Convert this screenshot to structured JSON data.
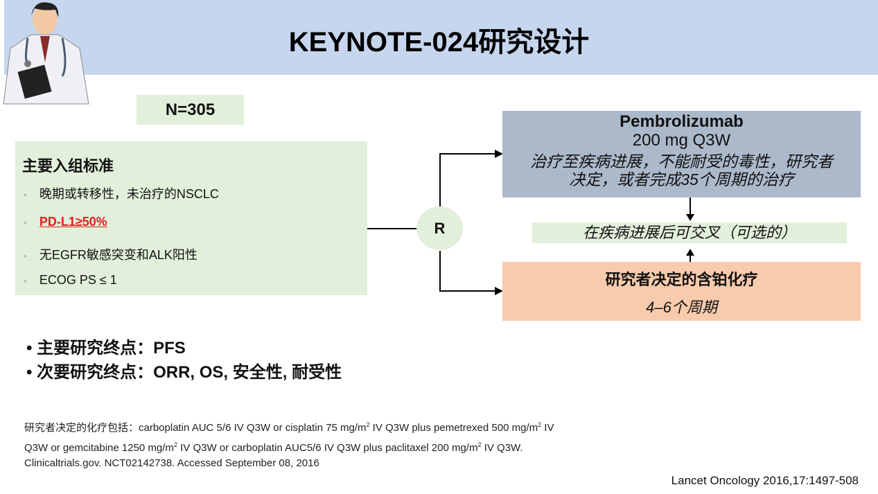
{
  "title": "KEYNOTE-024研究设计",
  "n": "N=305",
  "criteria": {
    "heading": "主要入组标准",
    "items": [
      "晚期或转移性，未治疗的NSCLC",
      "PD-L1≥50%",
      "无EGFR敏感突变和ALK阳性",
      "ECOG PS ≤ 1"
    ]
  },
  "randomize": "R",
  "arm1": {
    "drug": "Pembrolizumab",
    "dose": "200 mg Q3W",
    "note1": "治疗至疾病进展，不能耐受的毒性，研究者",
    "note2": "决定，或者完成35个周期的治疗"
  },
  "crossover": "在疾病进展后可交叉（可选的）",
  "arm2": {
    "drug": "研究者决定的含铂化疗",
    "cycles": "4–6个周期"
  },
  "endpoints": {
    "primary": "主要研究终点：PFS",
    "secondary": "次要研究终点：ORR, OS, 安全性, 耐受性"
  },
  "footnote": {
    "l1a": "研究者决定的化疗包括：carboplatin AUC 5/6 IV Q3W or cisplatin 75 mg/m",
    "l1b": " IV Q3W plus pemetrexed 500 mg/m",
    "l1c": " IV",
    "l2a": "Q3W or gemcitabine 1250 mg/m",
    "l2b": " IV Q3W or carboplatin AUC5/6 IV Q3W plus paclitaxel 200 mg/m",
    "l2c": " IV Q3W.",
    "sup": "2",
    "l3": "Clinicaltrials.gov. NCT02142738. Accessed September 08, 2016"
  },
  "citation": "Lancet Oncology 2016,17:1497-508"
}
